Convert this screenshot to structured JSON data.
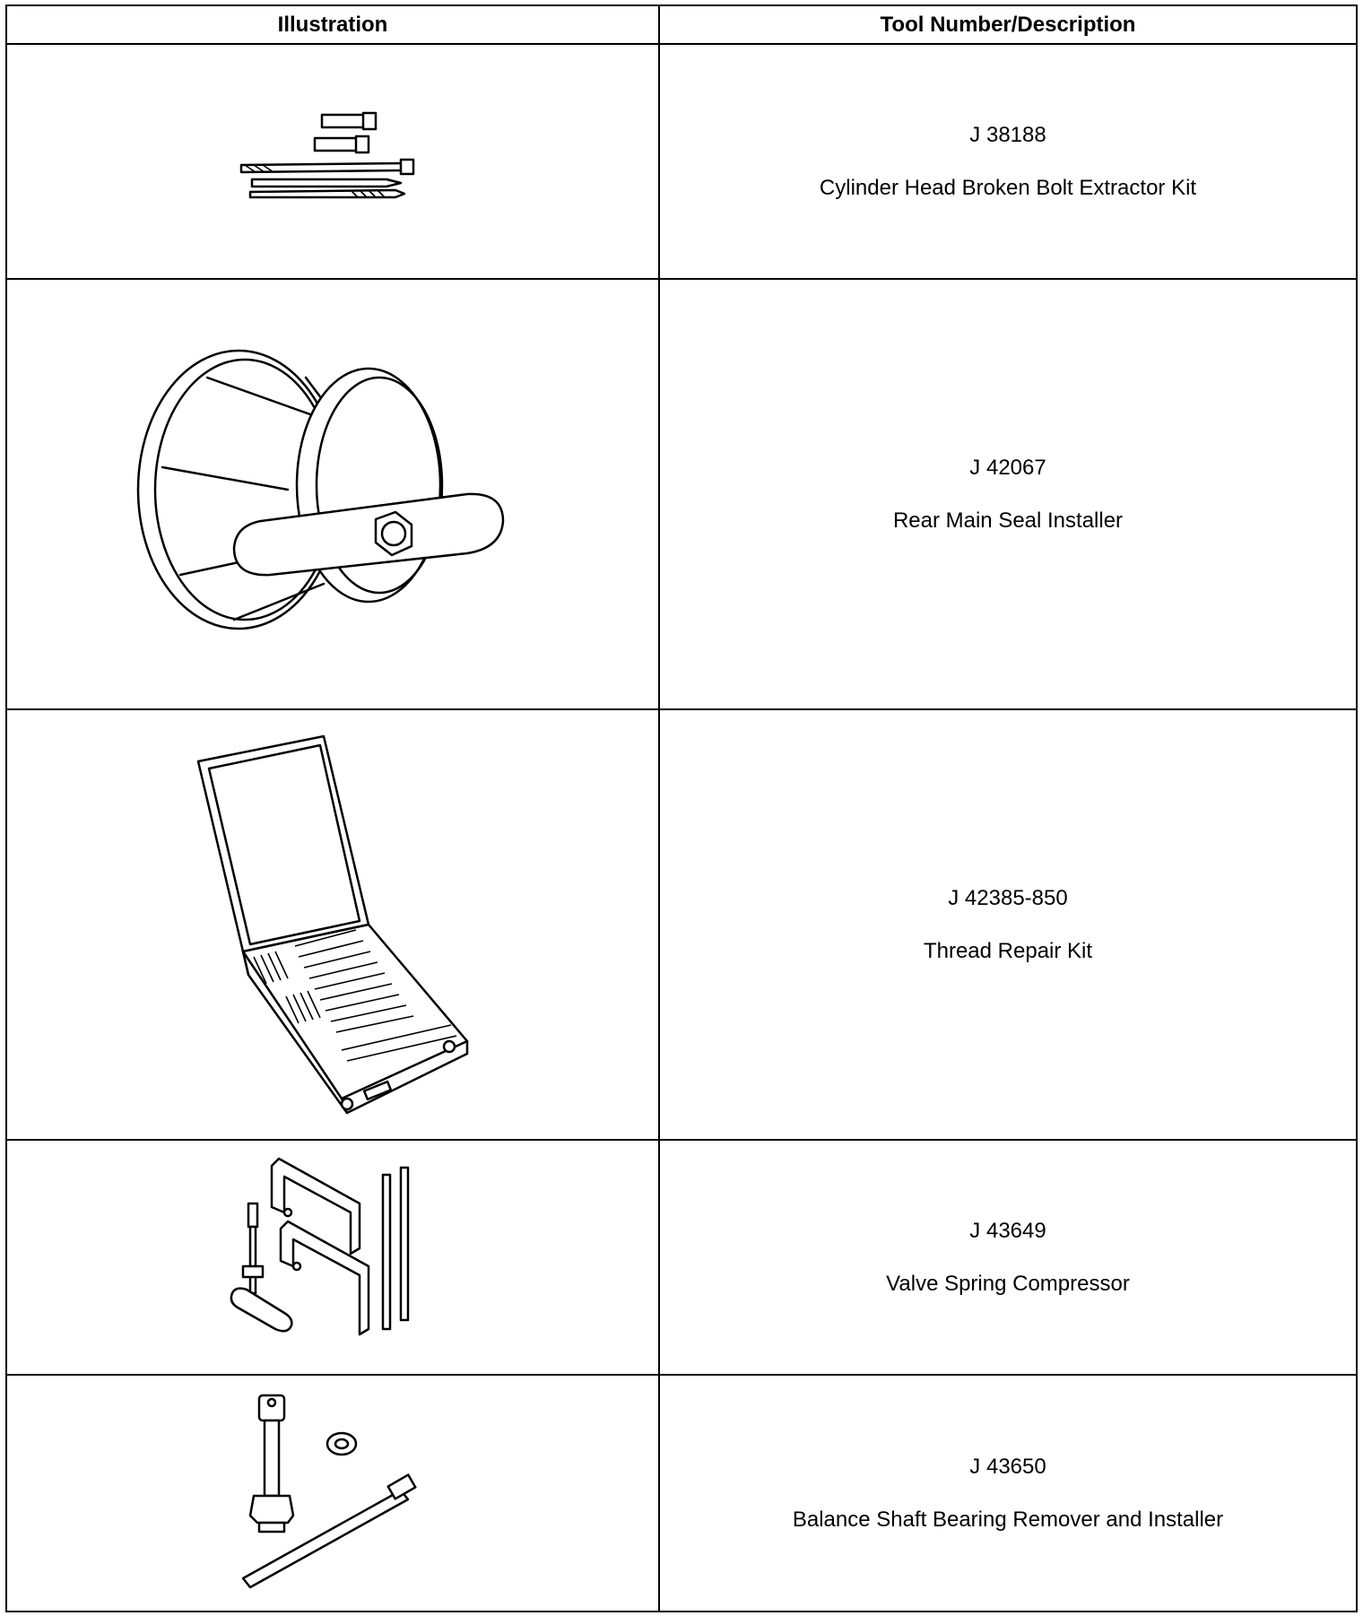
{
  "header": {
    "illustration": "Illustration",
    "tool": "Tool Number/Description"
  },
  "rows": [
    {
      "number": "J 38188",
      "description": "Cylinder Head Broken Bolt Extractor Kit",
      "icon": "bolt-extractor-kit-icon"
    },
    {
      "number": "J 42067",
      "description": "Rear Main Seal Installer",
      "icon": "rear-main-seal-installer-icon"
    },
    {
      "number": "J 42385-850",
      "description": "Thread Repair Kit",
      "icon": "thread-repair-kit-icon"
    },
    {
      "number": "J 43649",
      "description": "Valve Spring Compressor",
      "icon": "valve-spring-compressor-icon"
    },
    {
      "number": "J 43650",
      "description": "Balance Shaft Bearing Remover and Installer",
      "icon": "balance-shaft-bearing-tool-icon"
    }
  ]
}
